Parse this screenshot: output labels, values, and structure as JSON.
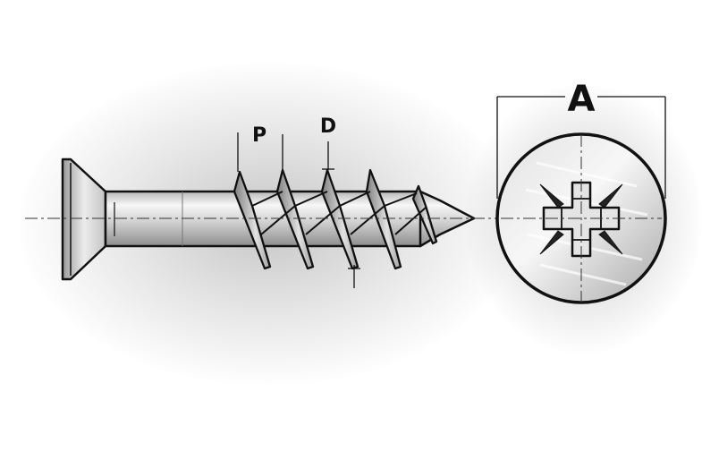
{
  "labels": {
    "pitch": "P",
    "diameter": "D",
    "head_diameter": "A"
  }
}
